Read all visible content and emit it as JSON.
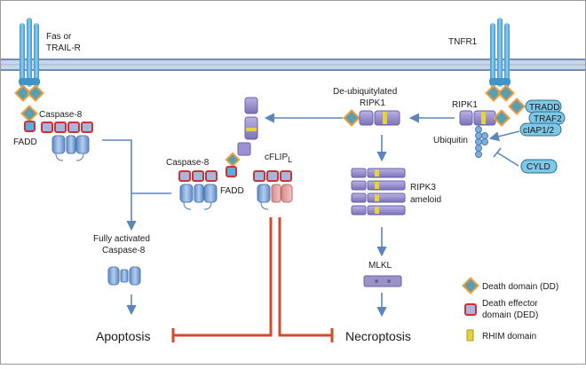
{
  "membrane": {
    "fas_receptor_line1": "Fas or",
    "fas_receptor_line2": "TRAIL-R",
    "tnf_receptor": "TNFR1"
  },
  "labels": {
    "caspase8_top": "Caspase-8",
    "fadd_top": "FADD",
    "caspase8_mid": "Caspase-8",
    "fadd_mid": "FADD",
    "cflip": "cFLIP",
    "cflip_sub": "L",
    "deubiq_line1": "De-ubiquitylated",
    "deubiq_line2": "RIPK1",
    "ripk1": "RIPK1",
    "tradd": "TRADD",
    "traf2": "TRAF2",
    "ciap": "cIAP1/2",
    "ubiquitin": "Ubiquitin",
    "cyld": "CYLD",
    "ripk3_line1": "RIPK3",
    "ripk3_line2": "ameloid",
    "mlkl": "MLKL",
    "fully_line1": "Fully activated",
    "fully_line2": "Caspase-8",
    "apoptosis": "Apoptosis",
    "necroptosis": "Necroptosis"
  },
  "legend": {
    "dd": "Death domain (DD)",
    "ded_line1": "Death effector",
    "ded_line2": "domain (DED)",
    "rhim": "RHIM domain"
  },
  "colors": {
    "arrow": "#5b86bb",
    "inhibit": "#d44a2a",
    "membrane": "#8fa8c8",
    "receptor": "#5aaedd",
    "dd_fill": "#5a9fb0",
    "dd_border": "#f39c3c",
    "ded_fill": "#a9b6da",
    "ded_border": "#c8343a",
    "rhim": "#e6d23a",
    "caspase": "#7ea6d8",
    "ripk": "#9b92cf",
    "mlkl": "#9b93c8",
    "adaptor": "#7fc7e6"
  }
}
